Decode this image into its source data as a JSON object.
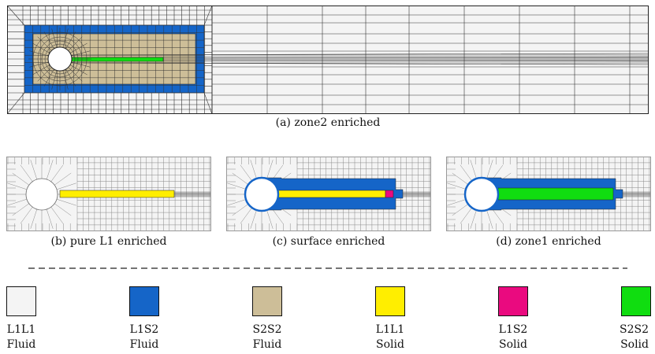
{
  "panels": {
    "a": {
      "caption": "(a) zone2 enriched"
    },
    "b": {
      "caption": "(b) pure L1 enriched"
    },
    "c": {
      "caption": "(c) surface enriched"
    },
    "d": {
      "caption": "(d) zone1 enriched"
    }
  },
  "colors": {
    "l1l1_fluid": "#f4f4f4",
    "l1s2_fluid": "#1565c8",
    "s2s2_fluid": "#cdbe98",
    "l1l1_solid": "#ffee00",
    "l1s2_solid": "#ea0a7f",
    "s2s2_solid": "#10dd10",
    "mesh_line": "#222222"
  },
  "legend": [
    {
      "line1": "L1L1",
      "line2": "Fluid",
      "color": "#f4f4f4"
    },
    {
      "line1": "L1S2",
      "line2": "Fluid",
      "color": "#1565c8"
    },
    {
      "line1": "S2S2",
      "line2": "Fluid",
      "color": "#cdbe98"
    },
    {
      "line1": "L1L1",
      "line2": "Solid",
      "color": "#ffee00"
    },
    {
      "line1": "L1S2",
      "line2": "Solid",
      "color": "#ea0a7f"
    },
    {
      "line1": "S2S2",
      "line2": "Solid",
      "color": "#10dd10"
    }
  ]
}
